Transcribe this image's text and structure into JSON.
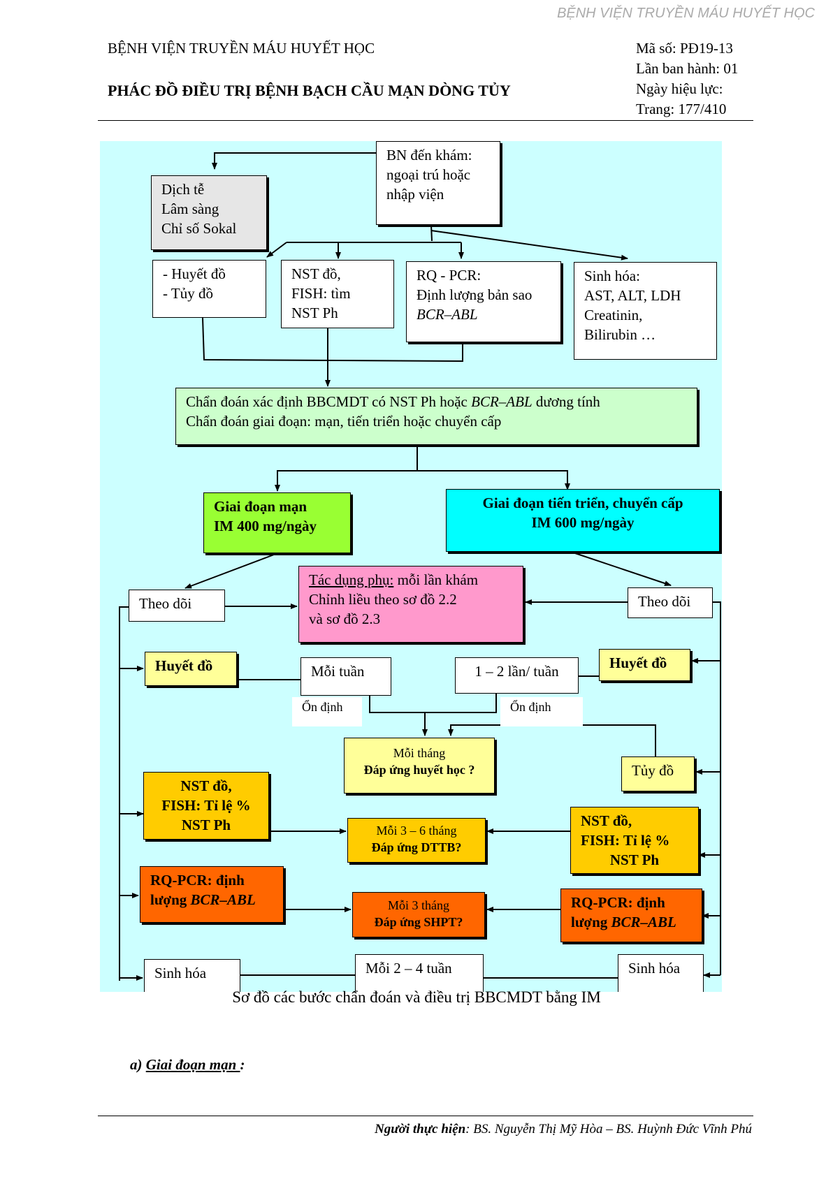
{
  "watermark": "BỆNH VIỆN TRUYỀN MÁU HUYẾT HỌC",
  "header": {
    "hospital": "BỆNH VIỆN TRUYỀN MÁU HUYẾT HỌC",
    "title": "PHÁC ĐỒ ĐIỀU TRỊ BỆNH BẠCH CẦU MẠN DÒNG TỦY",
    "code": "Mã số: PĐ19-13",
    "edition": "Lần ban hành: 01",
    "effective_date": "Ngày hiệu lực:",
    "page": "Trang: 177/410"
  },
  "flowchart": {
    "start": {
      "line1": "BN đến khám:",
      "line2": "ngoại trú hoặc",
      "line3": "nhập viện"
    },
    "epidemiology": {
      "line1": "Dịch tễ",
      "line2": "Lâm sàng",
      "line3": "Chỉ số Sokal"
    },
    "blood_tests": {
      "line1": "- Huyết đồ",
      "line2": "- Tủy đồ"
    },
    "karyotype": {
      "line1": "NST đồ,",
      "line2": "FISH: tìm",
      "line3": "NST Ph"
    },
    "rq_pcr": {
      "line1": "RQ - PCR:",
      "line2": "Định lượng bản sao",
      "line3": "BCR–ABL"
    },
    "biochem": {
      "line1": "Sinh hóa:",
      "line2": "AST, ALT, LDH",
      "line3": "Creatinin,",
      "line4": "Bilirubin …"
    },
    "diagnosis": {
      "line1_a": "Chẩn đoán xác định BBCMDT có NST Ph hoặc ",
      "line1_b": "BCR–ABL",
      "line1_c": " dương tính",
      "line2": "Chẩn đoán giai đoạn: mạn, tiến triển hoặc chuyển cấp"
    },
    "chronic": {
      "line1": "Giai đoạn mạn",
      "line2": "IM 400 mg/ngày"
    },
    "advanced": {
      "line1": "Giai đoạn tiến triển, chuyển cấp",
      "line2": "IM 600 mg/ngày"
    },
    "side_effects": {
      "label": "Tác dụng phụ:",
      "line1_rest": " mỗi lần khám",
      "line2": "Chỉnh liều theo sơ đồ 2.2",
      "line3": "và sơ đồ 2.3"
    },
    "follow_left": "Theo dõi",
    "follow_right": "Theo dõi",
    "cbc_left": "Huyết đồ",
    "cbc_right": "Huyết đồ",
    "weekly": "Mỗi tuần",
    "twice_weekly": "1 – 2 lần/ tuần",
    "stable_left": "Ổn định",
    "stable_right": "Ổn định",
    "monthly": {
      "line1": "Mỗi tháng",
      "line2": "Đáp ứng huyết học ?"
    },
    "marrow": "Tủy đồ",
    "karyo_left": {
      "line1": "NST đồ,",
      "line2": "FISH: Tỉ lệ %",
      "line3": "NST Ph"
    },
    "karyo_right": {
      "line1": "NST đồ,",
      "line2": "FISH: Tỉ lệ %",
      "line3": "NST Ph"
    },
    "three_six": {
      "line1": "Mỗi 3 – 6 tháng",
      "line2": "Đáp ứng DTTB?"
    },
    "pcr_left": {
      "line1": "RQ-PCR: định",
      "line2_a": "lượng ",
      "line2_b": "BCR–ABL"
    },
    "pcr_right": {
      "line1": "RQ-PCR: định",
      "line2_a": "lượng ",
      "line2_b": "BCR–ABL"
    },
    "three": {
      "line1": "Mỗi 3 tháng",
      "line2": "Đáp ứng SHPT?"
    },
    "chem_left": "Sinh hóa",
    "chem_right": "Sinh hóa",
    "two_four": "Mỗi 2 – 4 tuần"
  },
  "caption": "Sơ đồ các bước chẩn đoán và điều trị BBCMDT bằng IM",
  "section": {
    "prefix": "a) ",
    "label": "Giai đoạn mạn ",
    "suffix": ":"
  },
  "footer": {
    "label": "Người thực hiện",
    "authors": ": BS. Nguyễn Thị Mỹ Hòa – BS. Huỳnh Đức Vĩnh Phú"
  },
  "colors": {
    "canvas": "#ccffff",
    "gray": "#e6e6e6",
    "light_green": "#ccffcc",
    "lime": "#99ff33",
    "cyan": "#00ffff",
    "pink": "#ff99cc",
    "pale_yellow": "#ffff99",
    "gold": "#ffcc00",
    "orange": "#ff6600"
  }
}
